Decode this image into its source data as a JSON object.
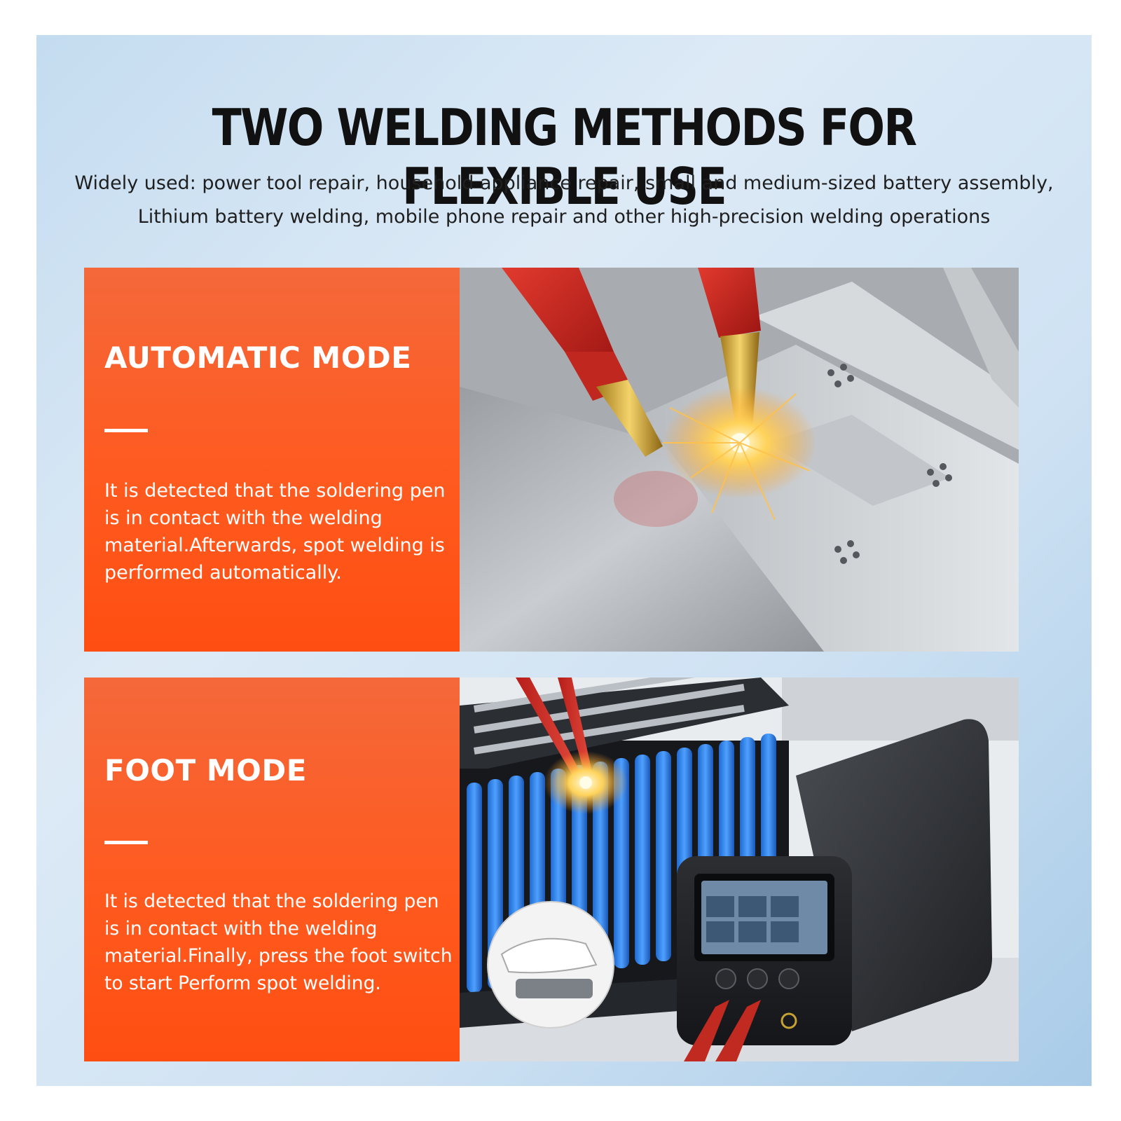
{
  "header": {
    "title": "TWO WELDING METHODS FOR FLEXIBLE USE",
    "subtitle_line1": "Widely used: power tool repair, household appliance repair, small and medium-sized battery assembly,",
    "subtitle_line2": "Lithium battery welding, mobile phone repair and other high-precision welding operations"
  },
  "modes": [
    {
      "title": "AUTOMATIC MODE",
      "description": "It is detected that the soldering pen is in contact with the welding material.Afterwards, spot welding is performed automatically."
    },
    {
      "title": "FOOT MODE",
      "description": "It is detected that the soldering pen is in contact with the welding material.Finally, press the foot switch to start Perform spot welding."
    }
  ],
  "colors": {
    "accent_orange": "#ff5a1f",
    "background_blue": "#cfe2f3",
    "title_text": "#111111"
  }
}
